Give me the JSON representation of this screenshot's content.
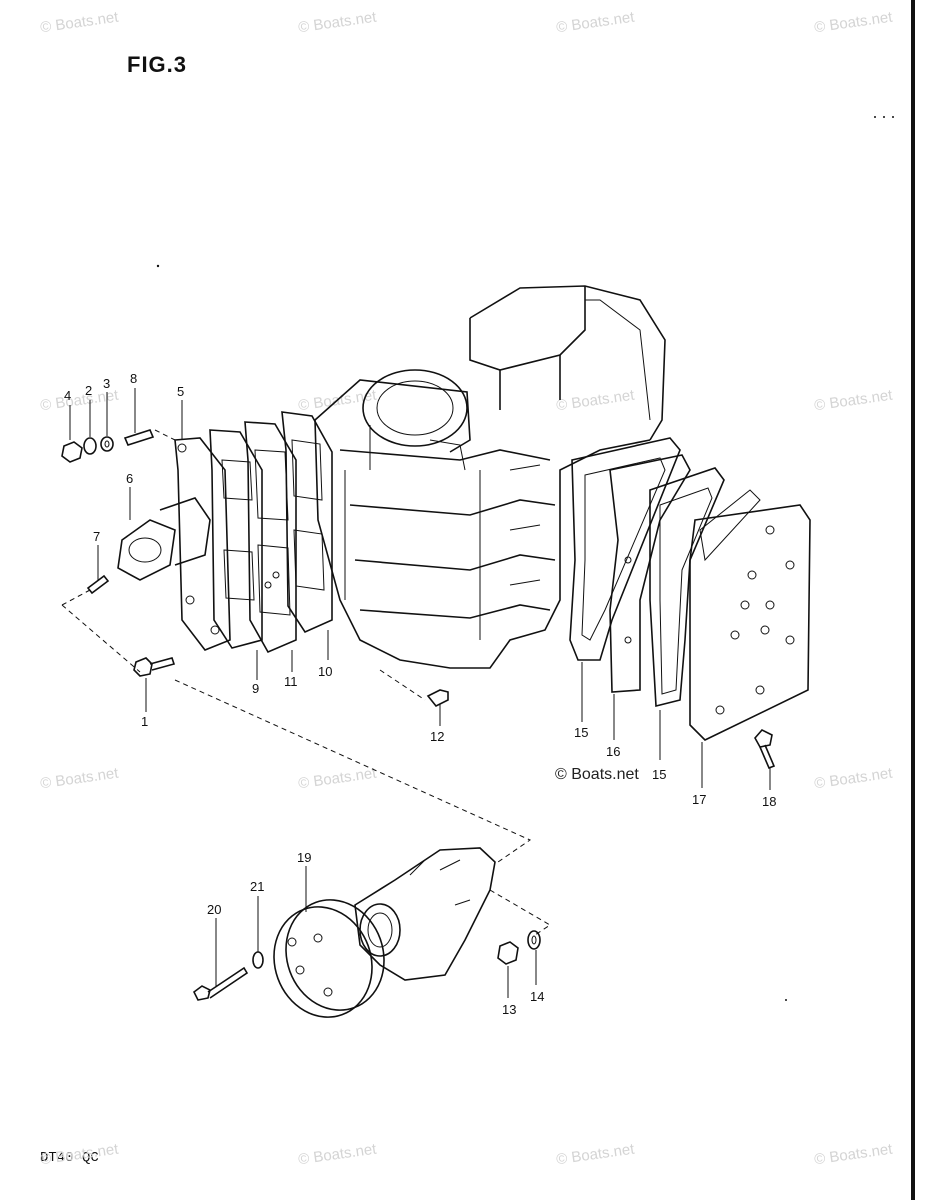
{
  "figure": {
    "title": "FIG.3",
    "model": "DT40 QC"
  },
  "watermark": {
    "text": "© Boats.net"
  },
  "callouts": {
    "c1": "1",
    "c2": "2",
    "c3": "3",
    "c4": "4",
    "c5": "5",
    "c6": "6",
    "c7": "7",
    "c8": "8",
    "c9": "9",
    "c10": "10",
    "c11": "11",
    "c12": "12",
    "c13": "13",
    "c14": "14",
    "c15a": "15",
    "c15b": "15",
    "c16": "16",
    "c17": "17",
    "c18": "18",
    "c19": "19",
    "c20": "20",
    "c21": "21"
  }
}
